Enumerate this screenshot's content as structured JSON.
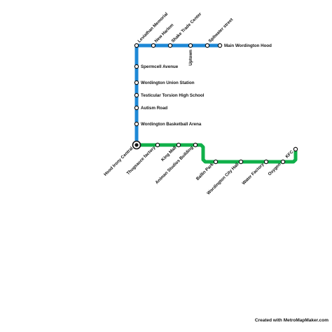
{
  "map": {
    "credit": "Created with MetroMapMaker.com",
    "lines": [
      {
        "name": "blue",
        "color": "#1e88d6"
      },
      {
        "name": "green",
        "color": "#10b04a"
      }
    ],
    "stations": [
      {
        "id": "hood-irony-central",
        "name": "Hood Irony Central",
        "interchange": true
      },
      {
        "id": "wordington-basketball-arena",
        "name": "Wordington Basketball Arena"
      },
      {
        "id": "autism-road",
        "name": "Autism Road"
      },
      {
        "id": "testicular-torsion-high-school",
        "name": "Testicular Torsion High School"
      },
      {
        "id": "wordington-union-station",
        "name": "Wordington Union Station"
      },
      {
        "id": "spermcell-avenue",
        "name": "Spermcell Avenue"
      },
      {
        "id": "leviathan-memorial",
        "name": "Leviathan Memorial"
      },
      {
        "id": "new-harlem",
        "name": "New Harlem"
      },
      {
        "id": "shake-trade-center",
        "name": "Shake Trade Center"
      },
      {
        "id": "uptown",
        "name": "Uptown"
      },
      {
        "id": "spitwater-street",
        "name": "Spitwater street"
      },
      {
        "id": "main-wordington-hood",
        "name": "Main Wordington Hood"
      },
      {
        "id": "thugsauce-factory",
        "name": "Thugsauce factory"
      },
      {
        "id": "king-mall",
        "name": "King Mall"
      },
      {
        "id": "animan-studios-building",
        "name": "Animan Studios Building"
      },
      {
        "id": "ballin-park",
        "name": "Ballin Park"
      },
      {
        "id": "wordington-city-hall",
        "name": "Wordington City Hall"
      },
      {
        "id": "water-factory",
        "name": "Water Factory"
      },
      {
        "id": "oxygen",
        "name": "Oxygen"
      },
      {
        "id": "kfc",
        "name": "KFC"
      }
    ]
  }
}
